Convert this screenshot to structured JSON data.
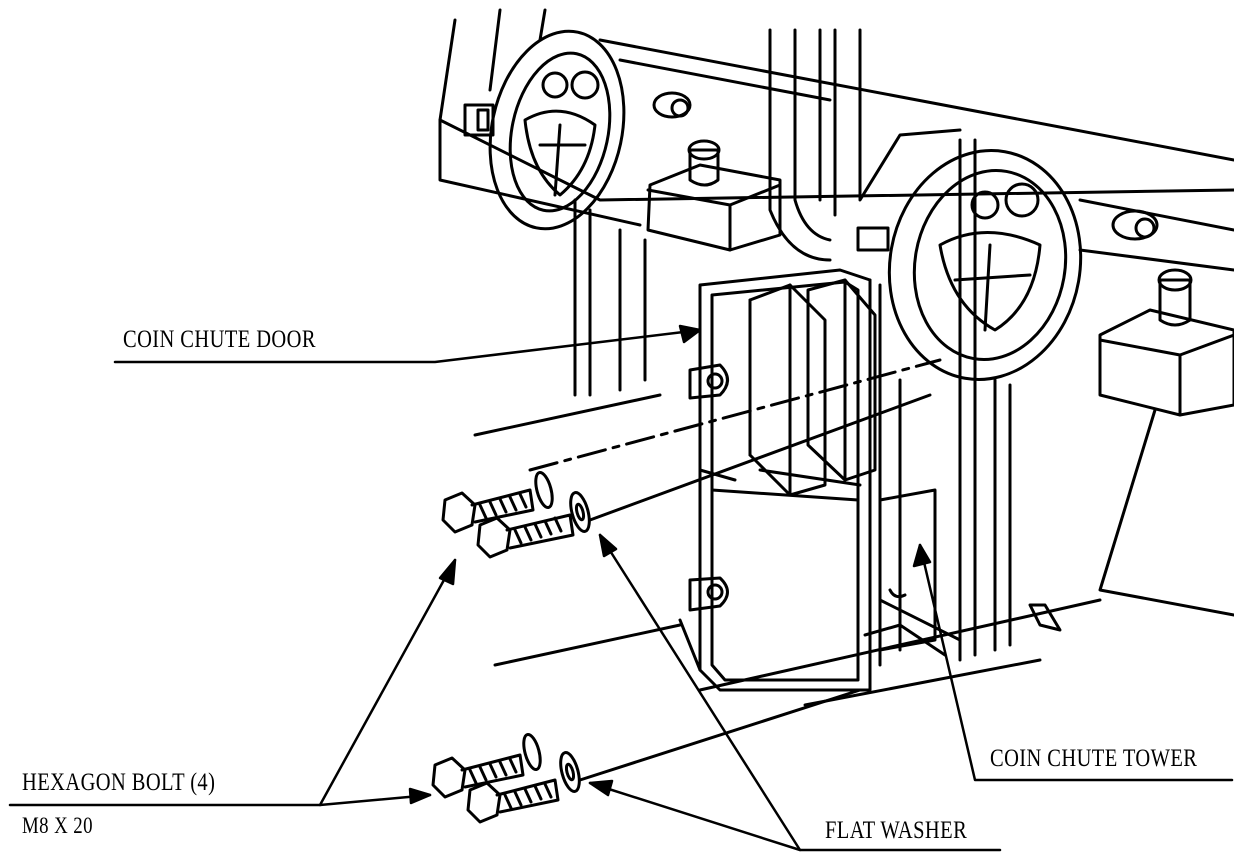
{
  "labels": {
    "coin_chute_door": "COIN CHUTE DOOR",
    "coin_chute_tower": "COIN CHUTE TOWER",
    "hexagon_bolt": "HEXAGON BOLT (4)",
    "bolt_size": "M8 X 20",
    "flat_washer": "FLAT WASHER"
  },
  "colors": {
    "ink": "#000000",
    "paper": "#ffffff"
  }
}
